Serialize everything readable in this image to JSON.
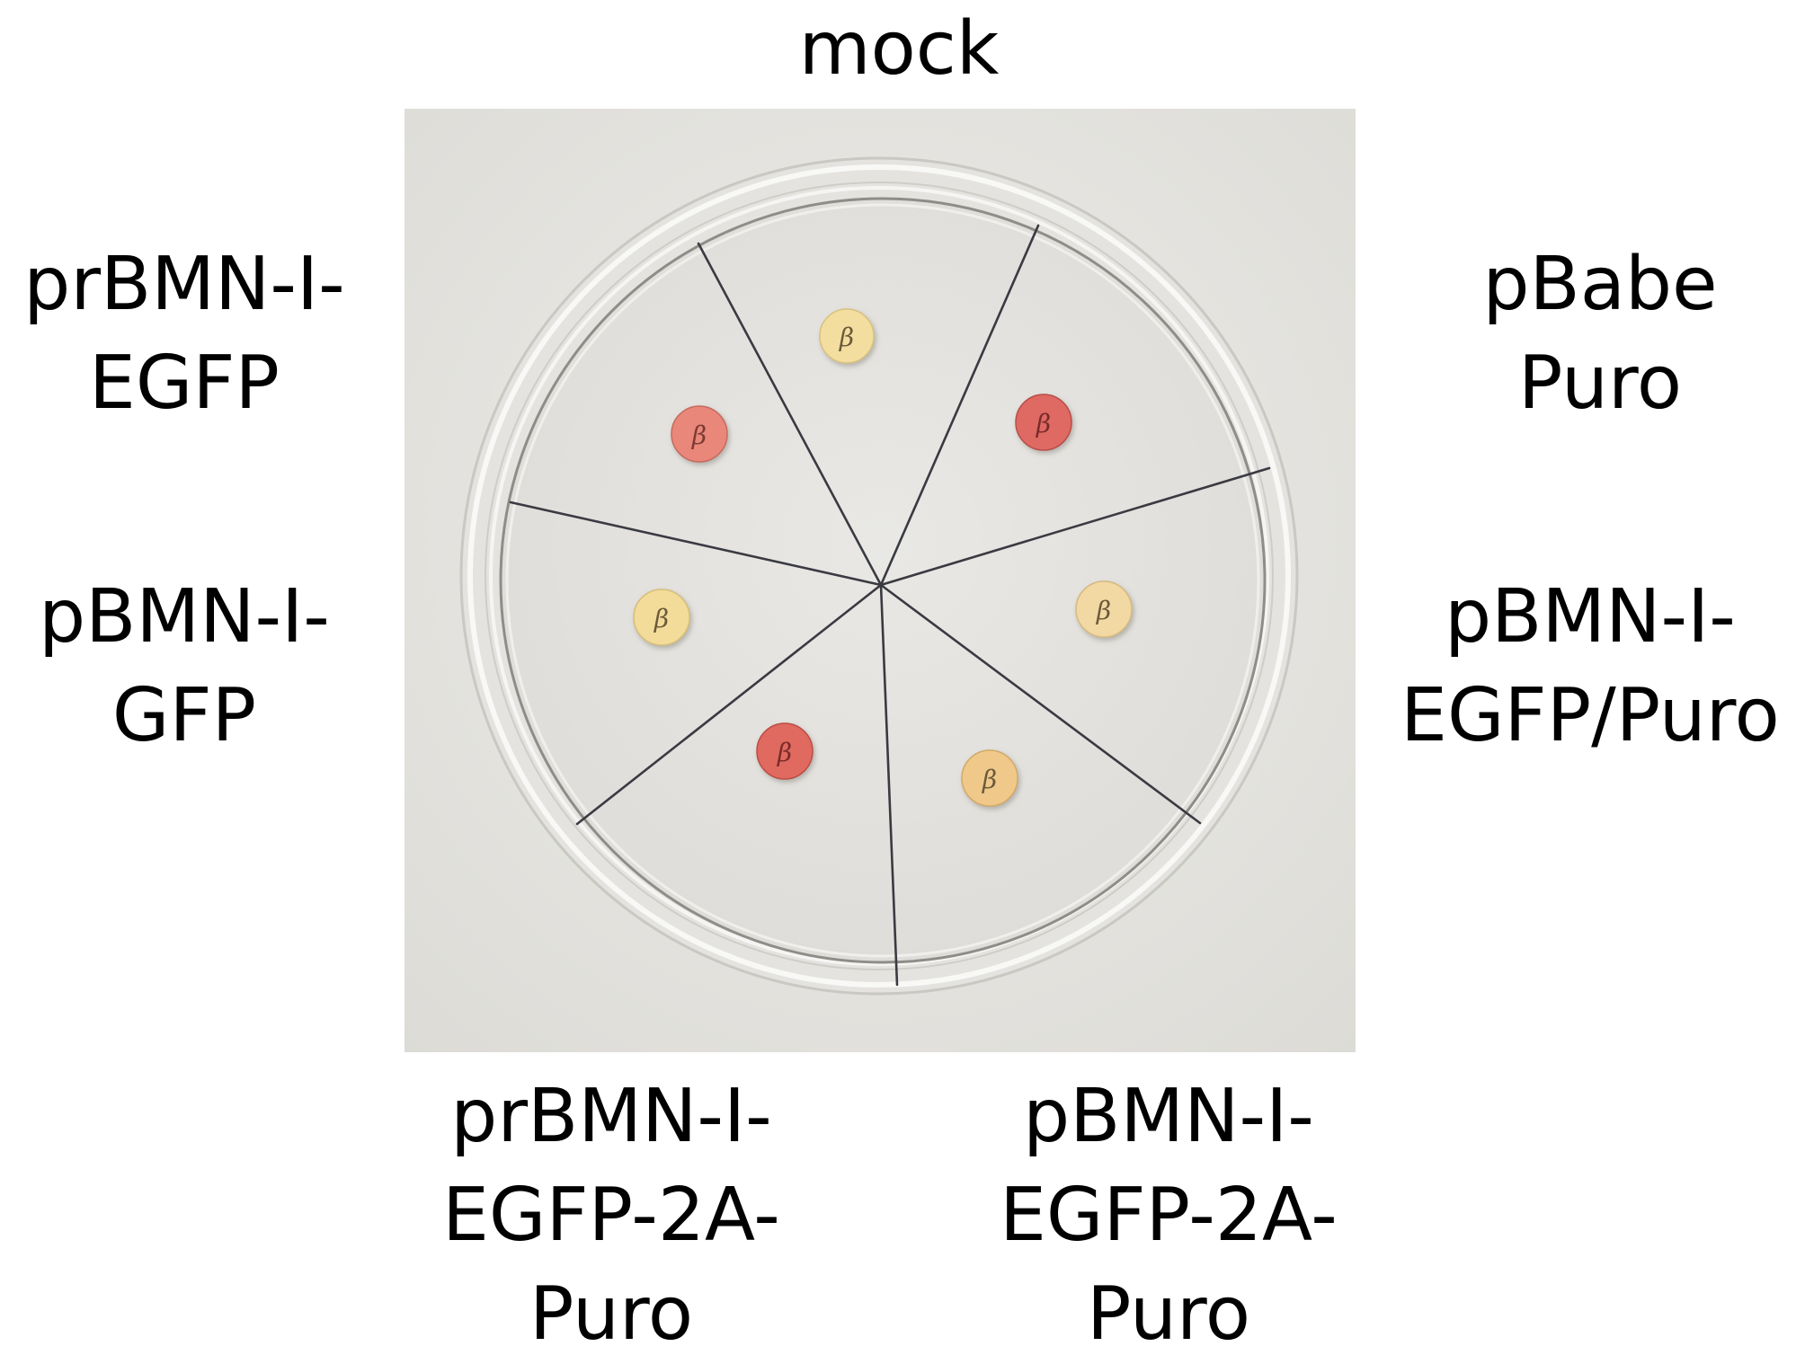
{
  "labels": {
    "top": [
      "mock"
    ],
    "upper_left": [
      "prBMN-I-",
      "EGFP"
    ],
    "upper_right": [
      "pBabe",
      "Puro"
    ],
    "lower_left": [
      "pBMN-I-",
      "GFP"
    ],
    "lower_right": [
      "pBMN-I-",
      "EGFP/Puro"
    ],
    "bottom_left": [
      "prBMN-I-",
      "EGFP-2A-",
      "Puro"
    ],
    "bottom_right": [
      "pBMN-I-",
      "EGFP-2A-",
      "Puro"
    ]
  },
  "photo": {
    "discs": [
      {
        "sector": "mock",
        "color": "#f3dea0",
        "glyph": "β"
      },
      {
        "sector": "pBabe Puro",
        "color": "#de6a64",
        "glyph": "β"
      },
      {
        "sector": "pBMN-I-EGFP/Puro",
        "color": "#f2d8a2",
        "glyph": "β"
      },
      {
        "sector": "pBMN-I-EGFP-2A-Puro",
        "color": "#f0c98a",
        "glyph": "β"
      },
      {
        "sector": "prBMN-I-EGFP-2A-Puro",
        "color": "#e06a5e",
        "glyph": "β"
      },
      {
        "sector": "pBMN-I-GFP",
        "color": "#f3dc9a",
        "glyph": "β"
      },
      {
        "sector": "prBMN-I-EGFP",
        "color": "#e9877a",
        "glyph": "β"
      }
    ],
    "background_color": "#e6e5e1"
  }
}
